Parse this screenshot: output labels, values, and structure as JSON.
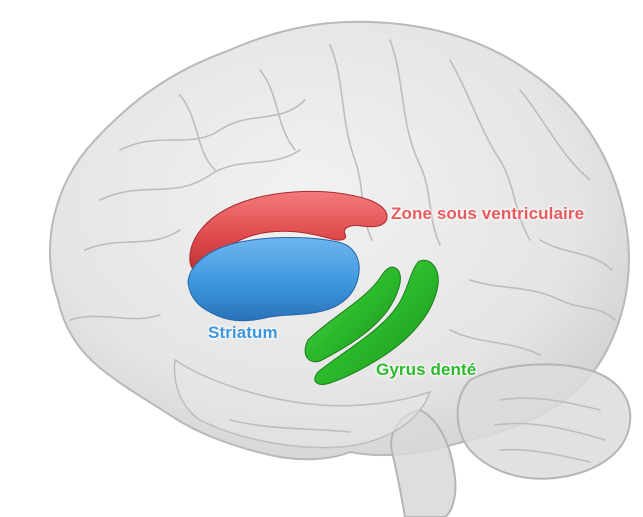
{
  "labels": {
    "svz": "Zone sous ventriculaire",
    "striatum": "Striatum",
    "gyrus": "Gyrus denté"
  },
  "colors": {
    "svz": "#ea5a5c",
    "striatum": "#3d97de",
    "gyrus": "#2bba2b",
    "brain_fill": "#e2e2e2",
    "brain_line": "#b9b9b9"
  }
}
